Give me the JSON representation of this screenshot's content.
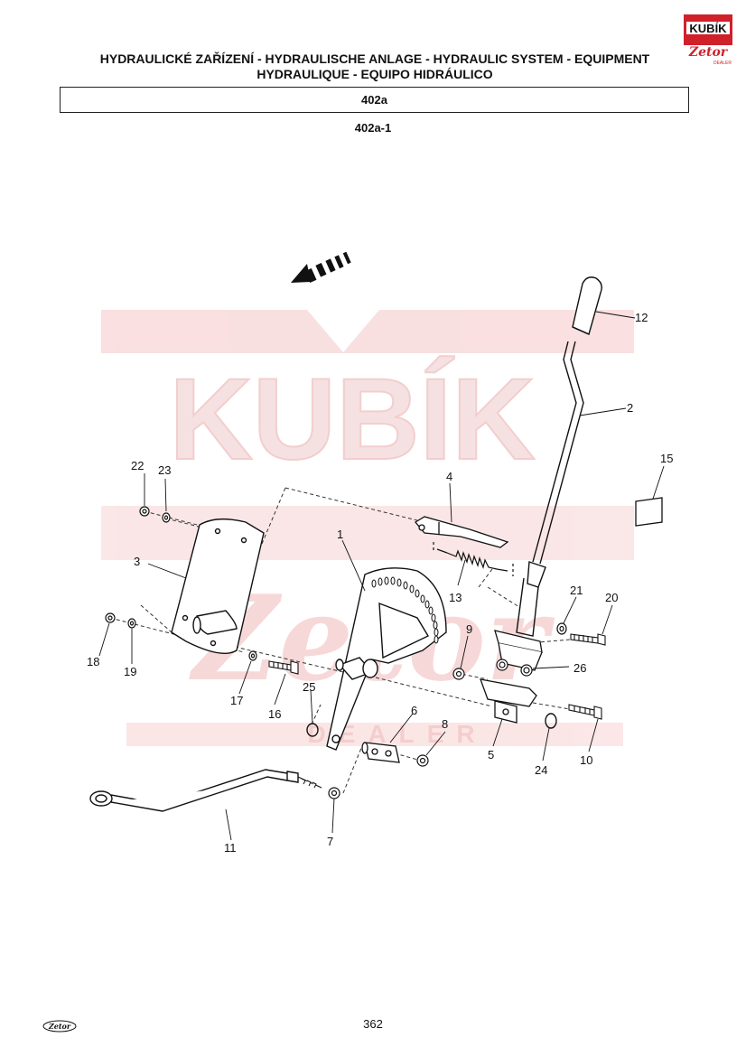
{
  "header": {
    "title_line1": "HYDRAULICKÉ ZAŘÍZENÍ - HYDRAULISCHE ANLAGE - HYDRAULIC SYSTEM - EQUIPMENT",
    "title_line2": "HYDRAULIQUE - EQUIPO HIDRÁULICO",
    "section_code": "402a",
    "subsection_code": "402a-1"
  },
  "brand": {
    "logo_top_text": "KUBÍK",
    "logo_bottom_text": "Zetor",
    "logo_caption": "DEALER",
    "footer_logo_text": "Zetor",
    "accent_color": "#d0202a"
  },
  "watermark": {
    "text": "KUBÍK",
    "script_text": "Zetor",
    "caption": "DEALER",
    "color": "#f7d6d6"
  },
  "callouts": {
    "c1": "1",
    "c2": "2",
    "c3": "3",
    "c4": "4",
    "c5": "5",
    "c6": "6",
    "c7": "7",
    "c8": "8",
    "c9": "9",
    "c10": "10",
    "c11": "11",
    "c12": "12",
    "c13": "13",
    "c15": "15",
    "c16": "16",
    "c17": "17",
    "c18": "18",
    "c19": "19",
    "c20": "20",
    "c21": "21",
    "c22": "22",
    "c23": "23",
    "c24": "24",
    "c25": "25",
    "c26": "26"
  },
  "footer": {
    "page_number": "362"
  }
}
